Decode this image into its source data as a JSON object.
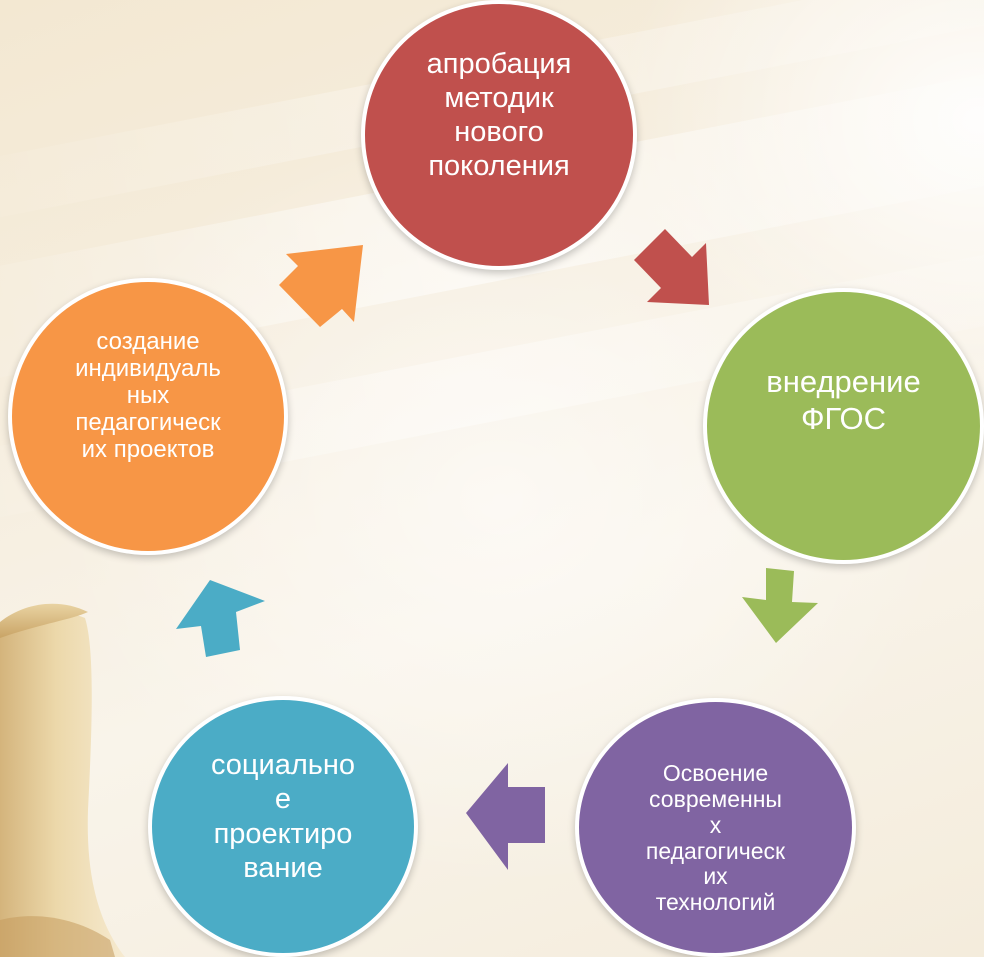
{
  "diagram": {
    "type": "cycle",
    "nodes": [
      {
        "id": "top",
        "label": "апробация\nметодик\nнового\nпоколения",
        "color": "#c0504d"
      },
      {
        "id": "right",
        "label": "внедрение\nФГОС",
        "color": "#9bbb59"
      },
      {
        "id": "bottom_right",
        "label": "Освоение\nсовременны\nх\nпедагогическ\nих\nтехнологий",
        "color": "#8064a2"
      },
      {
        "id": "bottom_left",
        "label": "социально\nе\nпроектиро\nвание",
        "color": "#4bacc6"
      },
      {
        "id": "left",
        "label": "создание\nиндивидуаль\nных\nпедагогическ\nих проектов",
        "color": "#f79646"
      }
    ],
    "arrows": [
      {
        "from": "top",
        "to": "right",
        "color": "#c0504d"
      },
      {
        "from": "right",
        "to": "bottom_right",
        "color": "#9bbb59"
      },
      {
        "from": "bottom_right",
        "to": "bottom_left",
        "color": "#8064a2"
      },
      {
        "from": "bottom_left",
        "to": "left",
        "color": "#4bacc6"
      },
      {
        "from": "left",
        "to": "top",
        "color": "#f79646"
      }
    ]
  },
  "theme": {
    "background": "#f7f2e5",
    "circle_border": "#ffffff",
    "text_color": "#ffffff"
  }
}
